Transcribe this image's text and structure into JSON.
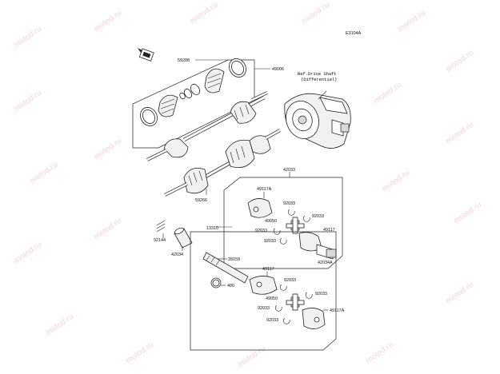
{
  "diagram": {
    "code": "E3104A",
    "reference": {
      "line1": "Ref.Drive Shaft",
      "line2": "(Differential)"
    },
    "watermark": "motod.ru",
    "parts": {
      "p59288": "59288",
      "p49006": "49006",
      "p59266": "59266",
      "p42033": "42033",
      "p49117A_top": "49117A",
      "p92033_a": "92033",
      "p92033_b": "92033",
      "p49050_top": "49050",
      "p92033_c": "92033",
      "p92033_d": "92033",
      "p49117_top": "49117",
      "p42034A": "42034A",
      "p92144": "92144",
      "p42034": "42034",
      "p13310": "13310",
      "p39159": "39159",
      "p49117_bot": "49117",
      "p480": "480",
      "p92033_e": "92033",
      "p92033_f": "92033",
      "p49050_bot": "49050",
      "p92033_g": "92033",
      "p92033_h": "92033",
      "p49117A_bot": "49117A"
    }
  }
}
